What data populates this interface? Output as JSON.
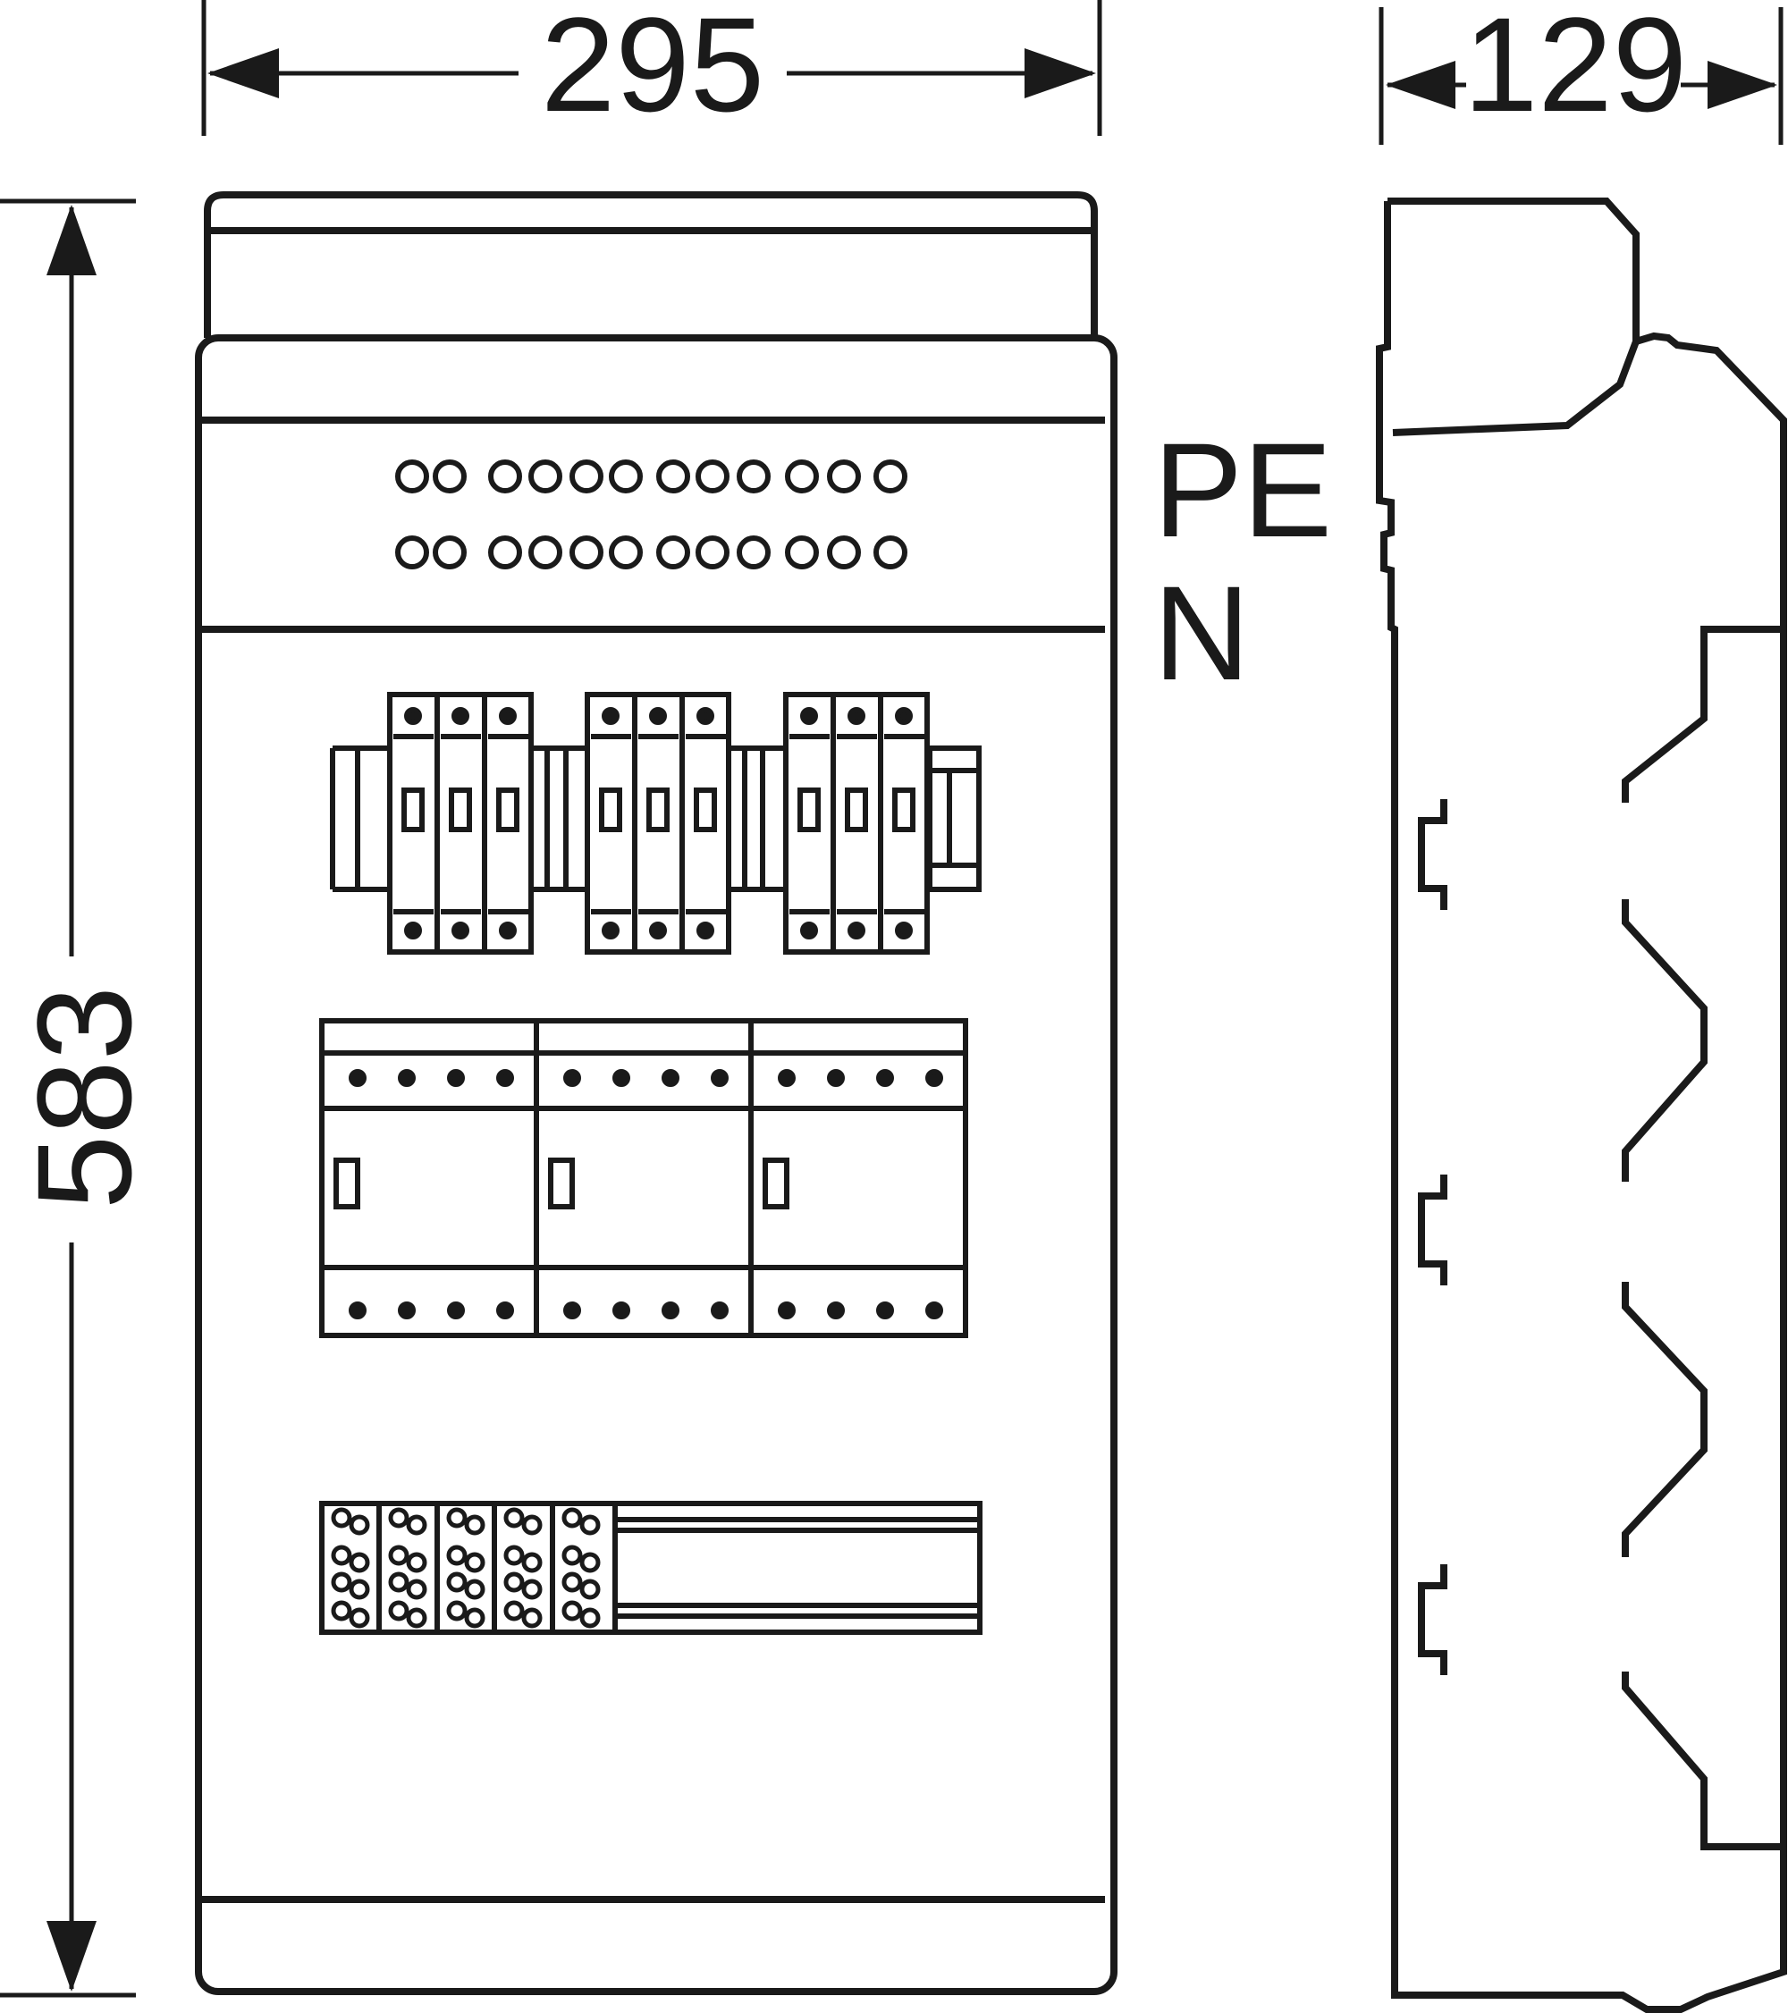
{
  "dimensions": {
    "width": "295",
    "depth": "129",
    "height": "583"
  },
  "terminal_labels": {
    "pe": "PE",
    "n": "N"
  },
  "colors": {
    "line": "#1a1a1a",
    "background": "#ffffff"
  }
}
